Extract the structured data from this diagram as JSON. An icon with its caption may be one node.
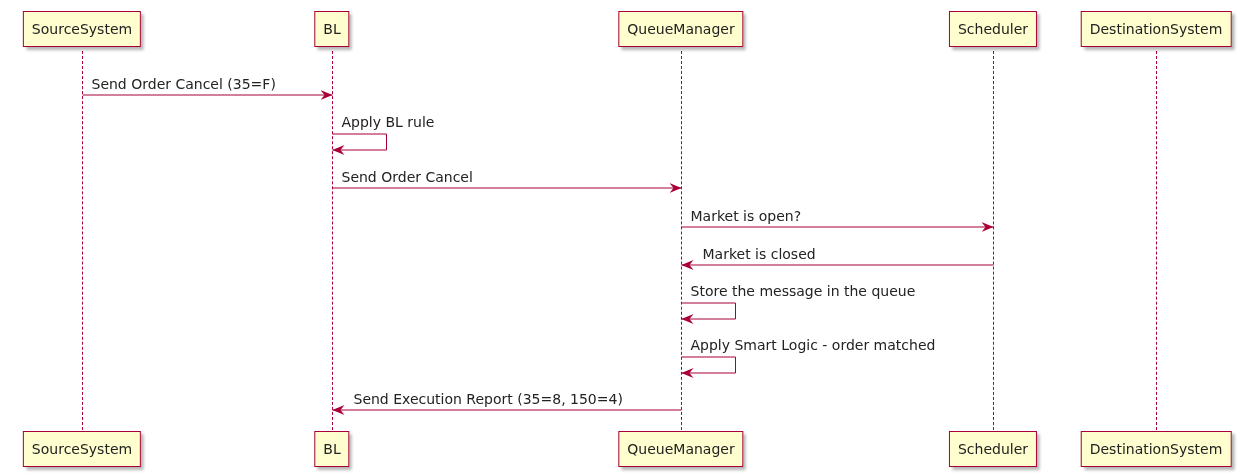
{
  "diagram": {
    "nodes": [
      {
        "text": [
          "SourceSystem"
        ]
      },
      {
        "text": [
          "BL"
        ]
      },
      {
        "text": [
          "QueueManager"
        ]
      },
      {
        "text": [
          "Scheduler"
        ]
      },
      {
        "text": [
          "DestinationSystem"
        ]
      },
      {
        "text": [],
        "shape": "line"
      },
      {
        "text": [],
        "shape": "line"
      },
      {
        "text": [],
        "shape": "line"
      },
      {
        "text": [],
        "shape": "line"
      },
      {
        "text": [],
        "shape": "line"
      },
      {
        "text": [
          "SourceSystem"
        ]
      },
      {
        "text": [
          "BL"
        ]
      },
      {
        "text": [
          "QueueManager"
        ]
      },
      {
        "text": [
          "Scheduler"
        ]
      },
      {
        "text": [
          "DestinationSystem"
        ]
      }
    ],
    "edges": [
      {
        "from": 5,
        "to": 6,
        "arrow": "to",
        "label": "Send Order Cancel (35=F)"
      },
      {
        "from": 6,
        "to": 6,
        "arrow": "to",
        "label": "Apply BL rule"
      },
      {
        "from": 6,
        "to": 7,
        "arrow": "to",
        "label": "Send Order Cancel"
      },
      {
        "from": 7,
        "to": 8,
        "arrow": "to",
        "label": "Market is open?"
      },
      {
        "from": 8,
        "to": 7,
        "arrow": "to",
        "label": "Market is closed"
      },
      {
        "from": 7,
        "to": 7,
        "arrow": "to",
        "label": "Store the message in the queue"
      },
      {
        "from": 7,
        "to": 7,
        "arrow": "to",
        "label": "Apply Smart Logic - order matched"
      },
      {
        "from": 7,
        "to": 6,
        "arrow": "to",
        "label": "Send Execution Report (35=8, 150=4)"
      }
    ]
  }
}
